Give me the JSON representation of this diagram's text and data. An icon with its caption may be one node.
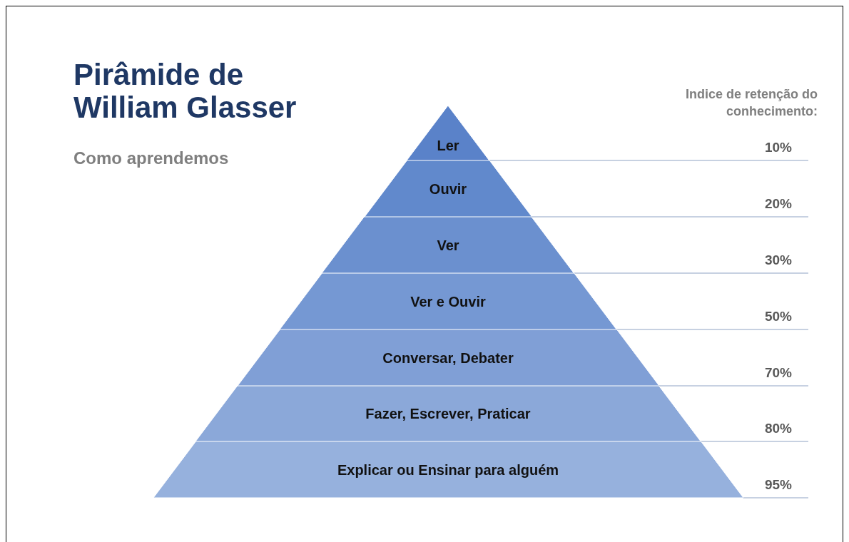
{
  "diagram": {
    "title": "Pirâmide de William Glasser",
    "nodes": [
      {
        "text": [
          "Ler"
        ]
      },
      {
        "text": [
          "Ouvir"
        ]
      },
      {
        "text": [
          "Ver"
        ]
      },
      {
        "text": [
          "Ver e Ouvir"
        ]
      },
      {
        "text": [
          "Conversar, Debater"
        ]
      },
      {
        "text": [
          "Fazer, Escrever, Praticar"
        ]
      },
      {
        "text": [
          "Explicar ou Ensinar para alguém"
        ]
      }
    ],
    "labels": [
      "Como aprendemos",
      "Indice de retenção do conhecimento:",
      "10%",
      "20%",
      "30%",
      "50%",
      "70%",
      "80%",
      "95%"
    ]
  }
}
